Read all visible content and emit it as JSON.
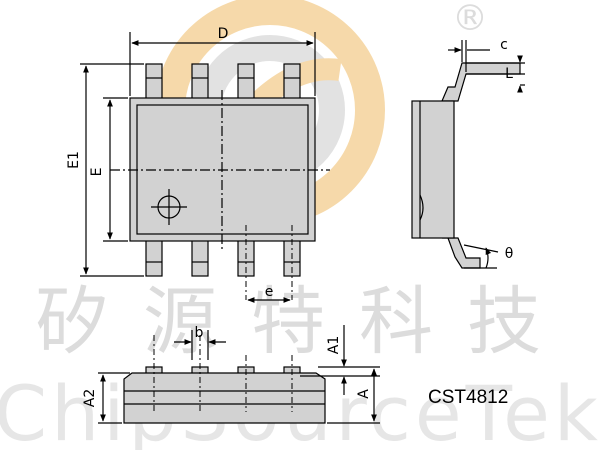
{
  "diagram": {
    "dimension_labels": {
      "D": "D",
      "E1": "E1",
      "E": "E",
      "e": "e",
      "b": "b",
      "c": "c",
      "L": "L",
      "theta": "θ",
      "A1": "A1",
      "A2": "A2",
      "A": "A"
    },
    "part_number": "CST4812"
  },
  "watermark": {
    "chinese": "矽源特科技",
    "english": "ChipSourceTek",
    "registered_mark": "®"
  },
  "colors": {
    "line": "#000000",
    "body_fill": "#d2d2d2",
    "watermark_text": "#dcdcdc",
    "logo_orange": "#f6d8a6",
    "logo_gray": "#e1e1e1"
  }
}
